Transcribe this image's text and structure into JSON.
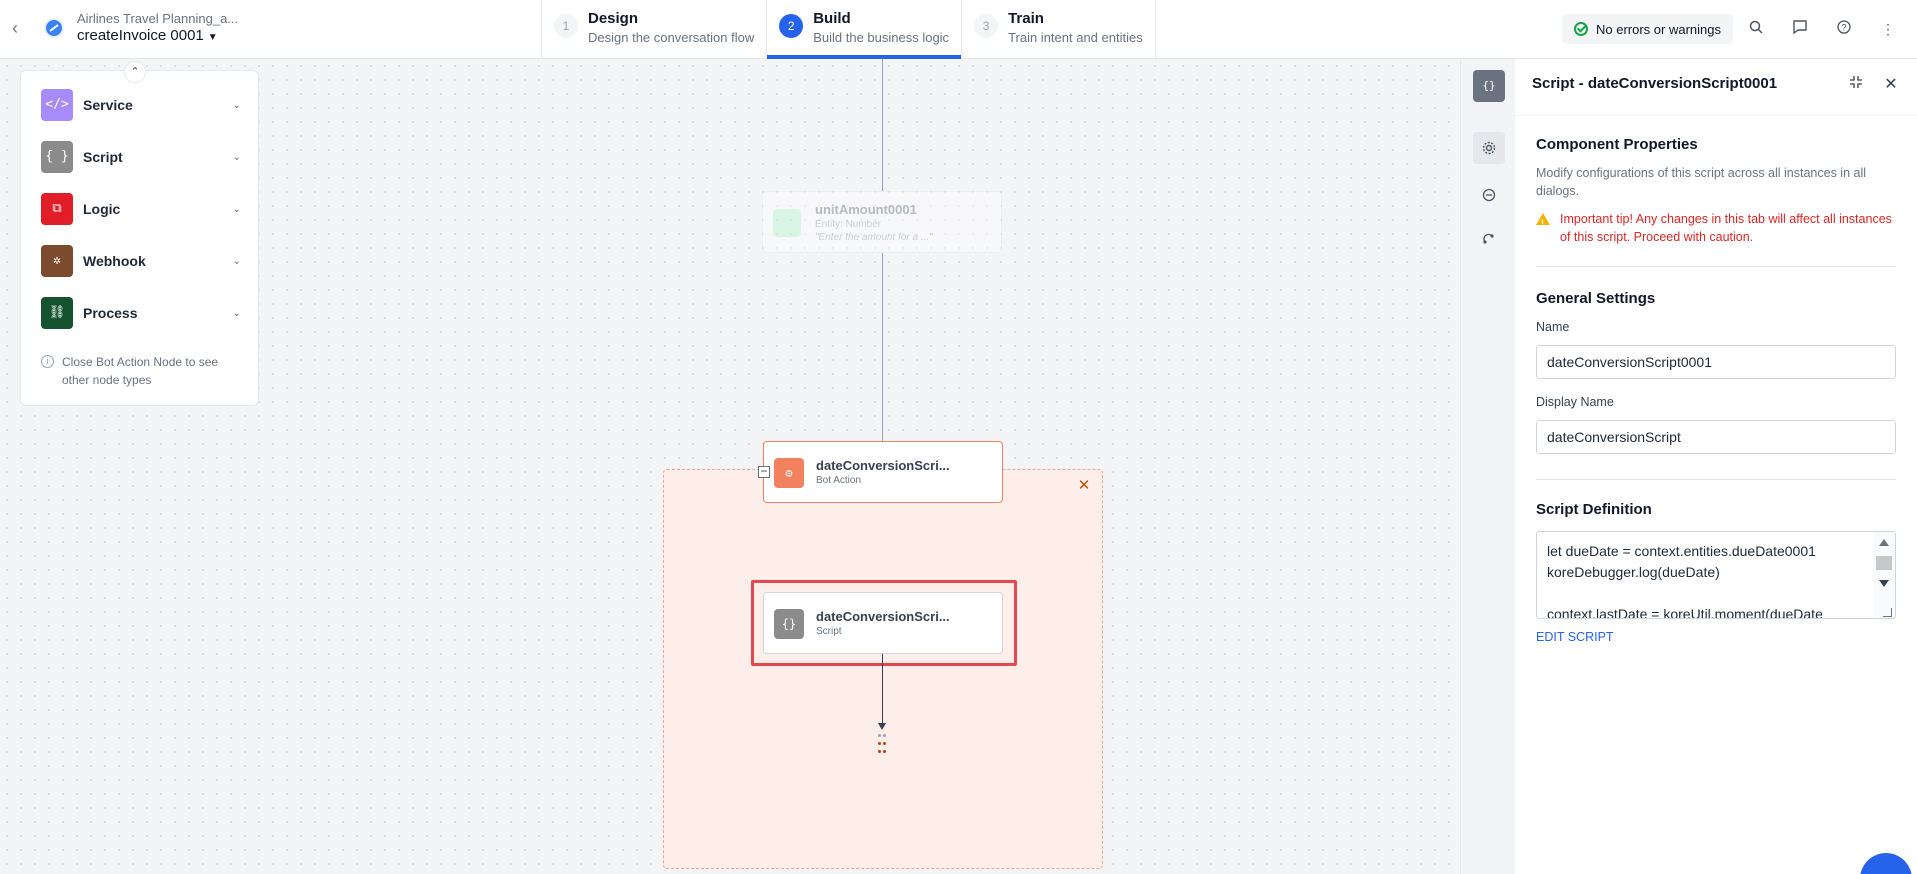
{
  "header": {
    "app_name": "Airlines Travel Planning_a...",
    "flow_name": "createInvoice 0001",
    "steps": [
      {
        "num": "1",
        "title": "Design",
        "subtitle": "Design the conversation flow"
      },
      {
        "num": "2",
        "title": "Build",
        "subtitle": "Build the business logic"
      },
      {
        "num": "3",
        "title": "Train",
        "subtitle": "Train intent and entities"
      }
    ],
    "status": "No errors or warnings",
    "icons": [
      "search-icon",
      "chat-icon",
      "help-icon",
      "more-icon"
    ]
  },
  "palette": {
    "items": [
      {
        "label": "Service",
        "icon_text": "</>",
        "color": "#a78bfa"
      },
      {
        "label": "Script",
        "icon_text": "{ }",
        "color": "#8b8b8b"
      },
      {
        "label": "Logic",
        "icon_text": "⧉",
        "color": "#e11d28"
      },
      {
        "label": "Webhook",
        "icon_text": "✲",
        "color": "#7c4a2d"
      },
      {
        "label": "Process",
        "icon_text": "⛓",
        "color": "#14532d"
      }
    ],
    "note": "Close Bot Action Node to see other node types"
  },
  "canvas": {
    "ghost_node": {
      "name": "unitAmount0001",
      "sub": "Entity: Number",
      "prompt": "\"Enter the amount for a ...\""
    },
    "bot_action_node": {
      "name": "dateConversionScri...",
      "sub": "Bot Action",
      "color": "#f2815f"
    },
    "script_node": {
      "name": "dateConversionScri...",
      "sub": "Script",
      "color": "#8b8b8b"
    }
  },
  "panel": {
    "title": "Script - dateConversionScript0001",
    "component_properties": {
      "title": "Component Properties",
      "desc": "Modify configurations of this script across all instances in all dialogs.",
      "warning": "Important tip! Any changes in this tab will affect all instances of this script. Proceed with caution."
    },
    "general": {
      "title": "General Settings",
      "name_label": "Name",
      "name_value": "dateConversionScript0001",
      "display_label": "Display Name",
      "display_value": "dateConversionScript"
    },
    "script_def": {
      "title": "Script Definition",
      "lines": [
        "let dueDate = context.entities.dueDate0001",
        "koreDebugger.log(dueDate)",
        "",
        "context.lastDate = koreUtil.moment(dueDate"
      ],
      "edit_label": "EDIT SCRIPT"
    }
  },
  "colors": {
    "accent": "#2563eb",
    "warning": "#dc2626",
    "success": "#16a34a"
  }
}
